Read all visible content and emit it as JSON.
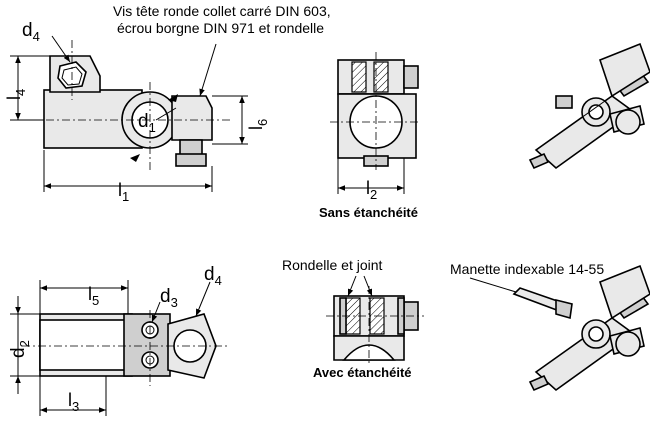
{
  "labels": {
    "d4_top": "d4",
    "d1": "d1",
    "l4": "l4",
    "l6": "l6",
    "l1": "l1",
    "l2": "l2",
    "l5": "l5",
    "d3": "d3",
    "d4_bottom": "d4",
    "d2": "d2",
    "l3": "l3"
  },
  "callouts": {
    "screw_line1": "Vis tête ronde collet carré DIN 603,",
    "screw_line2": "écrou borgne DIN 971 et rondelle",
    "washer_seal": "Rondelle et joint",
    "handle": "Manette indexable 14-55"
  },
  "captions": {
    "no_seal": "Sans étanchéité",
    "with_seal": "Avec étanchéité"
  }
}
